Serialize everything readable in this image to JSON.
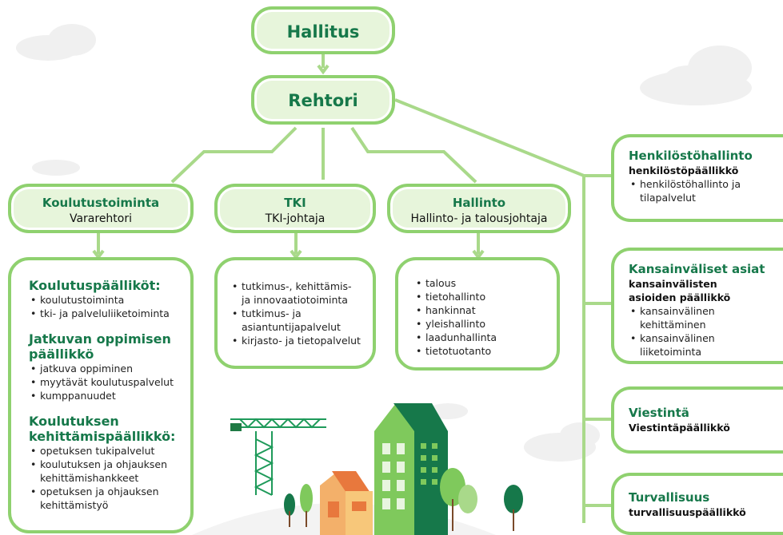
{
  "top": {
    "board": "Hallitus",
    "rector": "Rehtori"
  },
  "departments": [
    {
      "title": "Koulutustoiminta",
      "leader": "Vararehtori"
    },
    {
      "title": "TKI",
      "leader": "TKI-johtaja"
    },
    {
      "title": "Hallinto",
      "leader": "Hallinto- ja talousjohtaja"
    }
  ],
  "education": {
    "groups": [
      {
        "title": "Koulutuspäälliköt:",
        "items": [
          "koulutustoiminta",
          "tki- ja palveluliiketoiminta"
        ]
      },
      {
        "title_line1": "Jatkuvan oppimisen",
        "title_line2": "päällikkö",
        "items": [
          "jatkuva oppiminen",
          "myytävät koulutuspalvelut",
          "kumppanuudet"
        ]
      },
      {
        "title_line1": "Koulutuksen",
        "title_line2": "kehittämispäällikkö:",
        "items": [
          "opetuksen tukipalvelut",
          "koulutuksen ja ohjauksen",
          "kehittämishankkeet",
          "opetuksen ja ohjauksen",
          "kehittämistyö"
        ]
      }
    ]
  },
  "tki": {
    "items": [
      "tutkimus-, kehittämis-",
      "ja innovaatiotoiminta",
      "tutkimus- ja",
      "asiantuntijapalvelut",
      "kirjasto- ja tietopalvelut"
    ]
  },
  "admin": {
    "items": [
      "talous",
      "tietohallinto",
      "hankinnat",
      "yleishallinto",
      "laadunhallinta",
      "tietotuotanto"
    ]
  },
  "staff_units": [
    {
      "title": "Henkilöstöhallinto",
      "sub": [
        "henkilöstöpäällikkö"
      ],
      "items": [
        "henkilöstöhallinto ja",
        "tilapalvelut"
      ]
    },
    {
      "title": "Kansainväliset asiat",
      "sub": [
        "kansainvälisten",
        "asioiden päällikkö"
      ],
      "items": [
        "kansainvälinen",
        "kehittäminen",
        "kansainvälinen liiketoiminta"
      ]
    },
    {
      "title": "Viestintä",
      "sub": [
        "Viestintäpäällikkö"
      ],
      "items": []
    },
    {
      "title": "Turvallisuus",
      "sub": [
        "turvallisuuspäällikkö"
      ],
      "items": []
    }
  ],
  "colors": {
    "line": "#a9d98a",
    "border": "#8fd16f",
    "pill_fill": "#e7f5db",
    "title_text": "#16784a",
    "cloud": "#f0f0f0",
    "hill": "#f3f3f3"
  }
}
